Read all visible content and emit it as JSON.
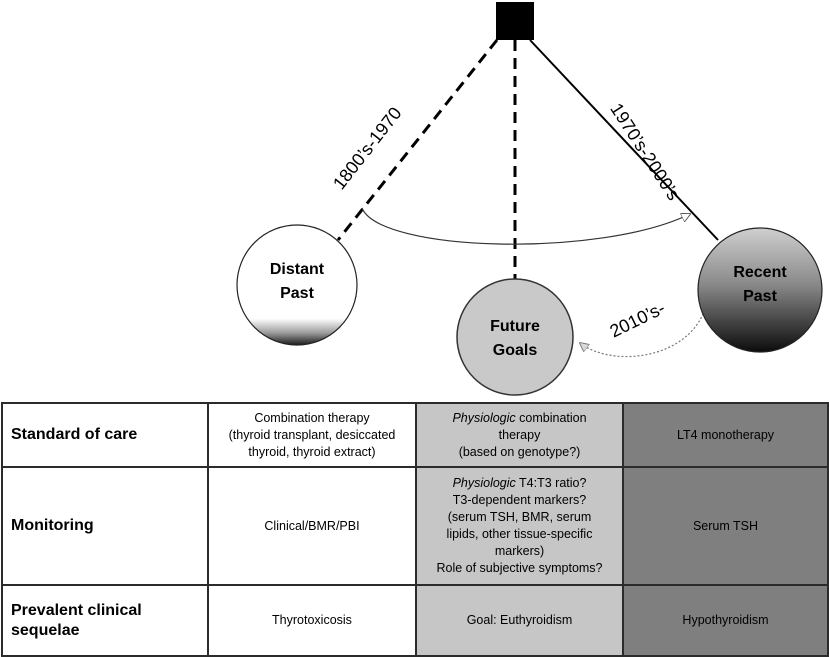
{
  "diagram": {
    "circles": {
      "distant_past": {
        "line1": "Distant",
        "line2": "Past"
      },
      "future_goals": {
        "line1": "Future",
        "line2": "Goals"
      },
      "recent_past": {
        "line1": "Recent",
        "line2": "Past"
      }
    },
    "era_labels": {
      "distant": "1800’s-1970",
      "recent": "1970’s-2000’s",
      "future": "2010’s-"
    }
  },
  "table": {
    "rows": [
      {
        "label": "Standard of care",
        "past": [
          "Combination therapy",
          "(thyroid transplant, desiccated",
          "thyroid, thyroid extract)"
        ],
        "future": {
          "italic": "Physiologic",
          "rest": " combination",
          "lines": [
            "therapy",
            "(based on genotype?)"
          ]
        },
        "recent": [
          "LT4 monotherapy"
        ]
      },
      {
        "label": "Monitoring",
        "past": [
          "Clinical/BMR/PBI"
        ],
        "future": {
          "italic": "Physiologic",
          "rest": " T4:T3 ratio?",
          "lines": [
            "T3-dependent markers?",
            "(serum TSH, BMR, serum",
            "lipids, other tissue-specific",
            "markers)",
            "Role of subjective symptoms?"
          ]
        },
        "recent": [
          "Serum TSH"
        ]
      },
      {
        "label": "Prevalent clinical sequelae",
        "past": [
          "Thyrotoxicosis"
        ],
        "future": {
          "italic": "",
          "rest": "Goal: Euthyroidism",
          "lines": []
        },
        "recent": [
          "Hypothyroidism"
        ]
      }
    ]
  }
}
